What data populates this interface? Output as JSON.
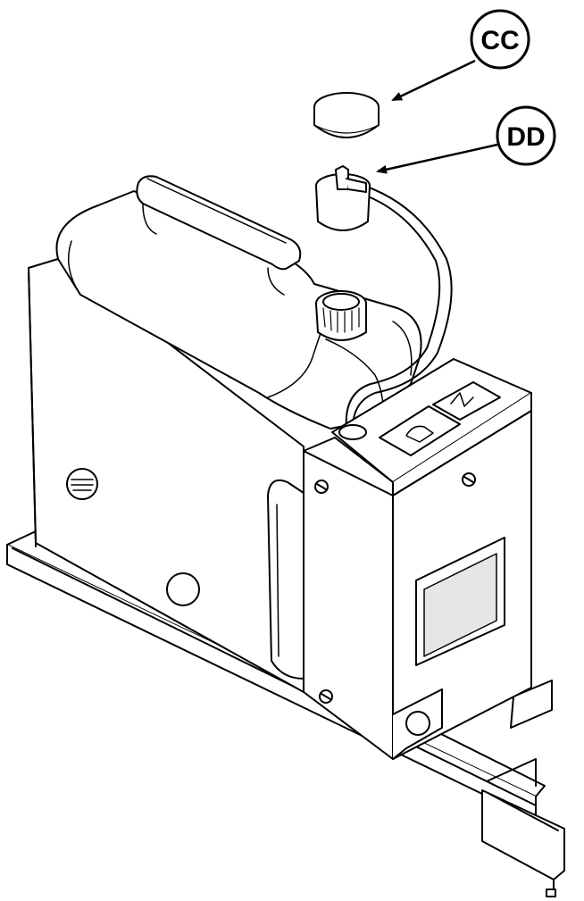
{
  "diagram": {
    "callouts": [
      {
        "id": "cc",
        "label": "CC"
      },
      {
        "id": "dd",
        "label": "DD"
      }
    ],
    "colors": {
      "ink": "#000000",
      "paper": "#ffffff",
      "shade": "#d9d9d9"
    }
  }
}
